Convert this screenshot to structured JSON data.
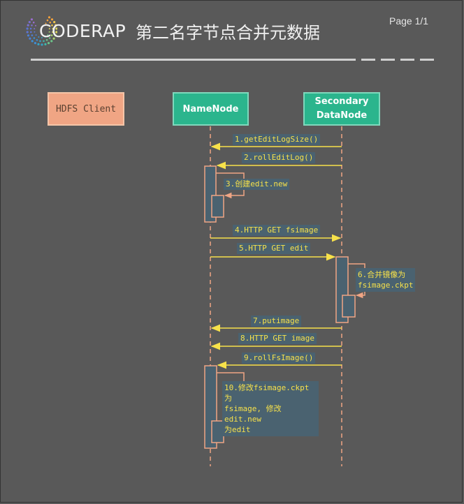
{
  "header": {
    "logo_text": "CODERAP",
    "title": "第二名字节点合并元数据",
    "page_indicator": "Page 1/1"
  },
  "actors": {
    "hdfs_client": "HDFS Client",
    "namenode": "NameNode",
    "secondary_namenode": "Secondary\nDataNode"
  },
  "messages": [
    "1.getEditLogSize()",
    "2.rollEditLog()",
    "3.创建edit.new",
    "4.HTTP GET fsimage",
    "5.HTTP GET edit",
    "6.合并镜像为\nfsimage.ckpt",
    "7.putimage",
    "8.HTTP GET image",
    "9.rollFsImage()",
    "10.修改fsimage.ckpt为\nfsimage, 修改edit.new\n为edit"
  ],
  "colors": {
    "background": "#595959",
    "lifeline": "#f0a584",
    "arrow": "#f7e14a",
    "label_bg": "#4a6270",
    "actor_green": "#2bb58d",
    "actor_orange": "#f0a584"
  }
}
